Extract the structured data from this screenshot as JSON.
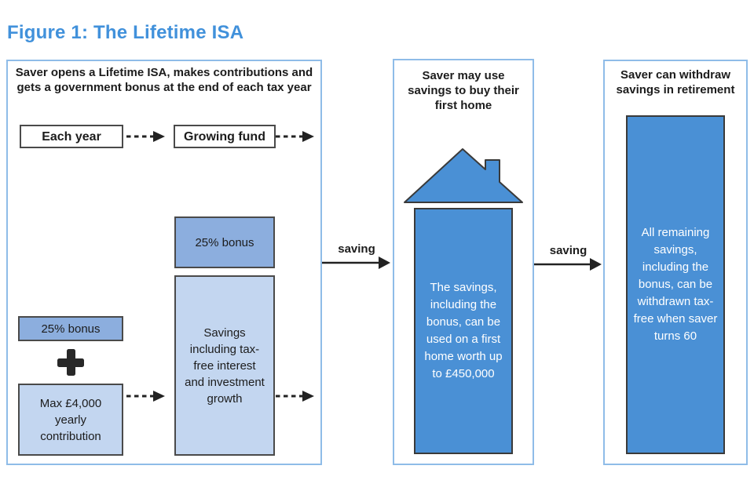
{
  "figure_title": "Figure 1: The Lifetime ISA",
  "colors": {
    "title_blue": "#4191DB",
    "panel_border_blue": "#8FBCE8",
    "strong_blue": "#4A90D5",
    "medium_blue": "#8CAEDE",
    "light_blue": "#C3D6F0",
    "text_dark": "#1c1c1c",
    "arrow_black": "#222222"
  },
  "icons": {
    "plus": "heavy plus cross",
    "dashed_arrow": "dashed right arrow",
    "solid_arrow": "solid right arrow",
    "house": "house with chimney"
  },
  "panels": {
    "accumulation": {
      "title": "Saver opens a Lifetime ISA, makes contributions and gets a government bonus at the end of each tax year",
      "each_year_label": "Each year",
      "growing_fund_label": "Growing fund",
      "bonus_fund_label": "25% bonus",
      "bonus_contribution_label": "25% bonus",
      "savings_growth_label": "Savings including tax-free interest and investment growth",
      "max_contribution_label": "Max £4,000 yearly contribution"
    },
    "first_home": {
      "title": "Saver may use savings to buy their first home",
      "body": "The savings, including the bonus, can be used on a first home worth up to £450,000"
    },
    "retirement": {
      "title": "Saver can withdraw savings in retirement",
      "body": "All remaining savings, including the bonus, can be withdrawn tax-free when saver turns 60"
    }
  },
  "arrows": {
    "left_to_middle_label": "saving",
    "middle_to_right_label": "saving"
  }
}
